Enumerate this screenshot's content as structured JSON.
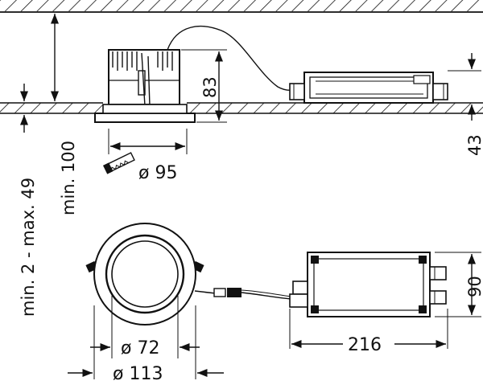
{
  "dimensions": {
    "height_fixture": "83",
    "height_driver": "43",
    "clearance": "min. 100",
    "ceiling_thickness": "min. 2 - max. 49",
    "cutout_diameter": "ø 95",
    "inner_diameter": "ø 72",
    "outer_diameter": "ø 113",
    "driver_length": "216",
    "driver_width": "90"
  },
  "icons": {
    "cutout_tool": "hole-saw-icon"
  },
  "colors": {
    "line": "#111111",
    "background": "#ffffff"
  }
}
